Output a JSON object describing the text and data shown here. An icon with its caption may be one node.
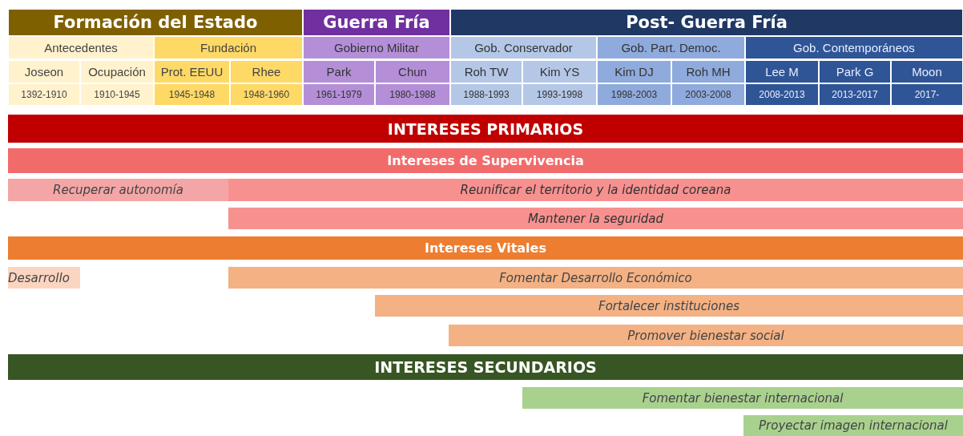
{
  "diagram": {
    "nodes": [
      {
        "text": [
          "Formación del Estado"
        ]
      },
      {
        "text": [
          "Guerra Fría"
        ]
      },
      {
        "text": [
          "Post- Guerra Fría"
        ]
      },
      {
        "text": [
          "Antecedentes"
        ]
      },
      {
        "text": [
          "Fundación"
        ]
      },
      {
        "text": [
          "Gobierno Militar"
        ]
      },
      {
        "text": [
          "Gob. Conservador"
        ]
      },
      {
        "text": [
          "Gob. Part. Democ."
        ]
      },
      {
        "text": [
          "Gob. Contemporáneos"
        ]
      },
      {
        "text": [
          "Joseon"
        ]
      },
      {
        "text": [
          "Ocupación"
        ]
      },
      {
        "text": [
          "Prot. EEUU"
        ]
      },
      {
        "text": [
          "Rhee"
        ]
      },
      {
        "text": [
          "Park"
        ]
      },
      {
        "text": [
          "Chun"
        ]
      },
      {
        "text": [
          "Roh TW"
        ]
      },
      {
        "text": [
          "Kim YS"
        ]
      },
      {
        "text": [
          "Kim DJ"
        ]
      },
      {
        "text": [
          "Roh MH"
        ]
      },
      {
        "text": [
          "Lee M"
        ]
      },
      {
        "text": [
          "Park G"
        ]
      },
      {
        "text": [
          "Moon"
        ]
      },
      {
        "text": [
          "1392-1910"
        ]
      },
      {
        "text": [
          "1910-1945"
        ]
      },
      {
        "text": [
          "1945-1948"
        ]
      },
      {
        "text": [
          "1948-1960"
        ]
      },
      {
        "text": [
          "1961-1979"
        ]
      },
      {
        "text": [
          "1980-1988"
        ]
      },
      {
        "text": [
          "1988-1993"
        ]
      },
      {
        "text": [
          "1993-1998"
        ]
      },
      {
        "text": [
          "1998-2003"
        ]
      },
      {
        "text": [
          "2003-2008"
        ]
      },
      {
        "text": [
          "2008-2013"
        ]
      },
      {
        "text": [
          "2013-2017"
        ]
      },
      {
        "text": [
          "2017-"
        ]
      },
      {
        "text": [
          "INTERESES PRIMARIOS"
        ]
      },
      {
        "text": [
          "Intereses de Supervivencia"
        ]
      },
      {
        "text": [
          "Recuperar autonomía"
        ]
      },
      {
        "text": [
          "Reunificar el territorio y la identidad coreana"
        ]
      },
      {
        "text": [
          "Mantener la seguridad"
        ]
      },
      {
        "text": [
          "Intereses Vitales"
        ]
      },
      {
        "text": [
          "Desarrollo"
        ]
      },
      {
        "text": [
          "Fomentar Desarrollo Económico"
        ]
      },
      {
        "text": [
          "Fortalecer instituciones"
        ]
      },
      {
        "text": [
          "Promover bienestar social"
        ]
      },
      {
        "text": [
          "INTERESES SECUNDARIOS"
        ]
      },
      {
        "text": [
          "Fomentar bienestar internacional"
        ]
      },
      {
        "text": [
          "Proyectar imagen internacional"
        ]
      }
    ]
  }
}
